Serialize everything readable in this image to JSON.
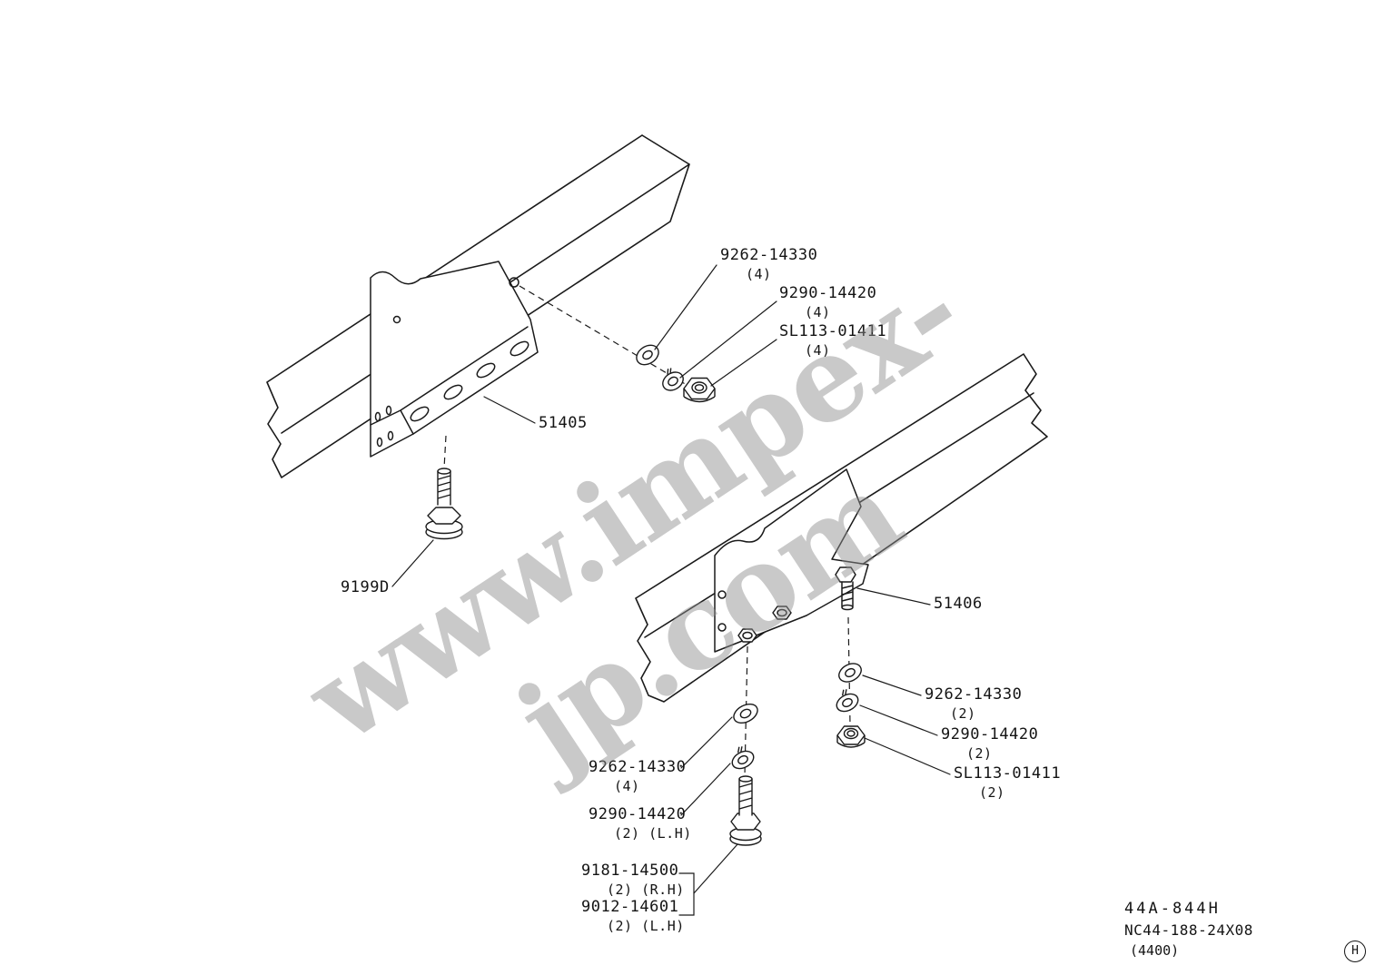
{
  "watermark": {
    "text": "www.impex-jp.com"
  },
  "diagram": {
    "description": "Exploded frame bracket parts diagram",
    "parts": [
      {
        "part": "9262-14330",
        "qty": "(4)"
      },
      {
        "part": "9290-14420",
        "qty": "(4)"
      },
      {
        "part": "SL113-01411",
        "qty": "(4)"
      },
      {
        "part": "51405",
        "qty": ""
      },
      {
        "part": "9199D",
        "qty": ""
      },
      {
        "part": "51406",
        "qty": ""
      },
      {
        "part": "9262-14330",
        "qty": "(2)"
      },
      {
        "part": "9290-14420",
        "qty": "(2)"
      },
      {
        "part": "SL113-01411",
        "qty": "(2)"
      },
      {
        "part": "9262-14330",
        "qty": "(4)"
      },
      {
        "part": "9290-14420",
        "qty": "(2) (L.H)"
      },
      {
        "part": "9181-14500",
        "qty": "(2) (R.H)"
      },
      {
        "part": "9012-14601",
        "qty": "(2) (L.H)"
      }
    ]
  },
  "footer": {
    "fig_code": "44A-844H",
    "catalog_code": "NC44-188-24X08",
    "group_code": "(4400)",
    "page_mark": "H"
  },
  "colors": {
    "line": "#1a1a1a",
    "watermark": "#8f8f8f",
    "background": "#ffffff"
  }
}
